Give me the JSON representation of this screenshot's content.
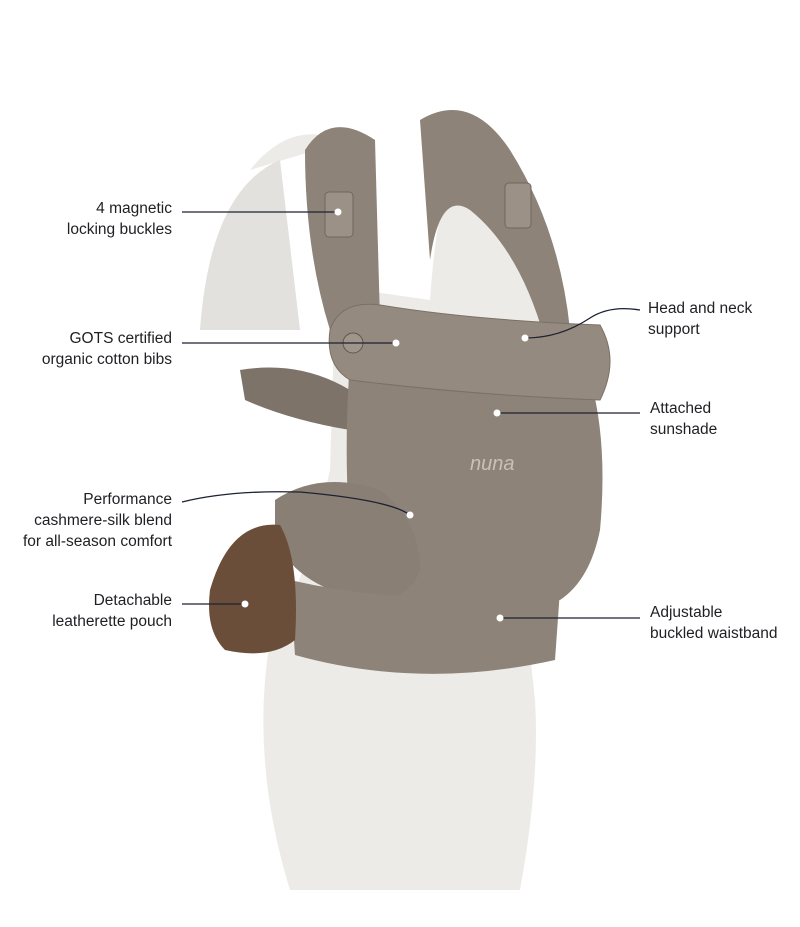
{
  "product": {
    "brand_mark": "nuna",
    "colors": {
      "fabric": "#8e8378",
      "fabric_dark": "#6f665d",
      "pouch": "#6b4e3a",
      "mannequin": "#eceae6",
      "callout_line": "#1c2233"
    }
  },
  "callouts": {
    "buckles": {
      "line1": "4 magnetic",
      "line2": "locking buckles"
    },
    "bibs": {
      "line1": "GOTS certified",
      "line2": "organic cotton bibs"
    },
    "fabric": {
      "line1": "Performance",
      "line2": "cashmere-silk blend",
      "line3": "for all-season comfort"
    },
    "pouch": {
      "line1": "Detachable",
      "line2": "leatherette pouch"
    },
    "head_support": {
      "line1": "Head and neck",
      "line2": "support"
    },
    "sunshade": {
      "line1": "Attached",
      "line2": "sunshade"
    },
    "waistband": {
      "line1": "Adjustable",
      "line2": "buckled waistband"
    }
  }
}
